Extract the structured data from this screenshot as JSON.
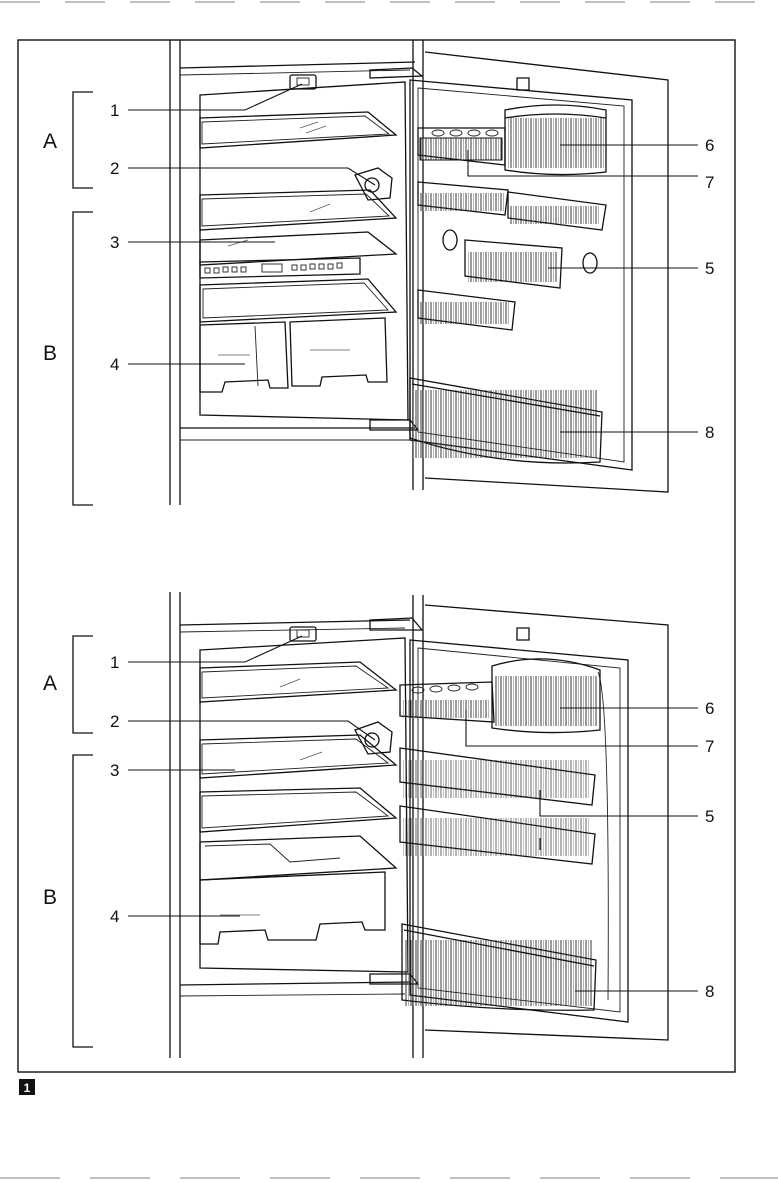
{
  "figure_number": "1",
  "group_labels": [
    "A",
    "B"
  ],
  "callouts": [
    "1",
    "2",
    "3",
    "4",
    "5",
    "6",
    "7",
    "8"
  ],
  "colors": {
    "ink": "#111111",
    "paper": "#ffffff"
  }
}
